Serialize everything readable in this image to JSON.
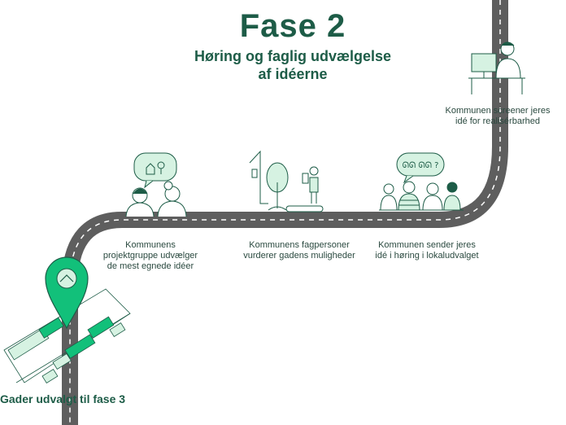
{
  "header": {
    "title": "Fase 2",
    "subtitle_line1": "Høring og faglig udvælgelse",
    "subtitle_line2": "af idéerne"
  },
  "steps": [
    {
      "line1": "Kommunens",
      "line2": "projektgruppe udvælger",
      "line3": "de mest egnede idéer"
    },
    {
      "line1": "Kommunens fagpersoner",
      "line2": "vurderer gadens muligheder"
    },
    {
      "line1": "Kommunen sender jeres",
      "line2": "idé i høring i lokaludvalget"
    },
    {
      "line1": "Kommunen screener jeres",
      "line2": "idé for realisérbarhed"
    }
  ],
  "speech_bubble_text": "ᘏᘏ ᘏᘏ ?",
  "footer": {
    "label": "Gader udvalgt til fase 3"
  },
  "colors": {
    "brand_green": "#1d5c47",
    "accent_green": "#12c07a",
    "light_green": "#d6f2e2",
    "road": "#5e5e5e",
    "road_line": "#ffffff"
  },
  "icons": [
    "discussion-people-icon",
    "tree-inspector-icon",
    "meeting-table-icon",
    "computer-desk-icon",
    "map-pin-icon"
  ]
}
